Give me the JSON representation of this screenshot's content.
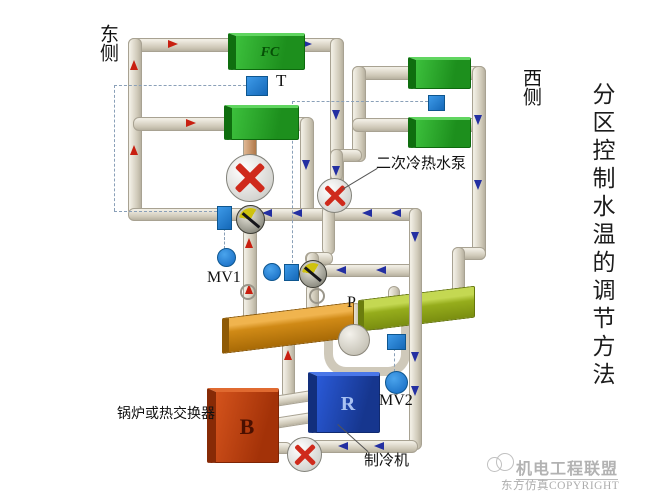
{
  "diagram": {
    "title": "分区控制水温的调节方法",
    "east_zone_label": "东侧",
    "west_zone_label": "西侧",
    "fan_coil_label": "FC",
    "temp_sensor_label": "T",
    "secondary_pump_label": "二次冷热水泵",
    "mv1_label": "MV1",
    "mv2_label": "MV2",
    "bypass_pump_label": "P",
    "boiler_label": "锅炉或热交换器",
    "boiler_letter": "B",
    "chiller_label": "制冷机",
    "chiller_letter": "R"
  },
  "watermark": {
    "brand": "机电工程联盟",
    "copyright_line": "东方仿真COPYRIGHT"
  },
  "colors": {
    "pipe_beige": "#d5d0c2",
    "fan_coil_green": "#28a428",
    "supply_header_orange": "#c98414",
    "return_header_olive": "#96ad1c",
    "boiler_red": "#bb3a10",
    "chiller_blue": "#1e4fc0",
    "control_blue": "#1d7fd6",
    "hot_flow_red": "#c81f10",
    "cold_flow_blue": "#232fa2"
  }
}
